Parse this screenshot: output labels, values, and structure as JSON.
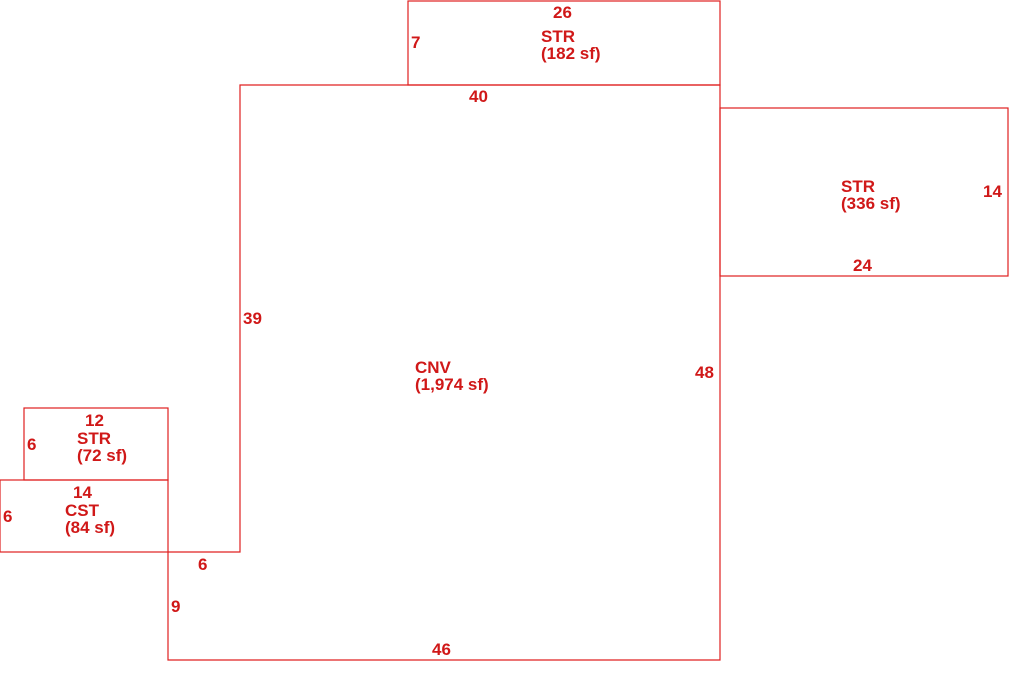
{
  "colors": {
    "line": "#e02020",
    "text": "#d01818",
    "background": "#ffffff"
  },
  "areas": {
    "str_top": {
      "code": "STR",
      "area": "(182 sf)"
    },
    "str_right": {
      "code": "STR",
      "area": "(336 sf)"
    },
    "cnv_main": {
      "code": "CNV",
      "area": "(1,974 sf)"
    },
    "str_small": {
      "code": "STR",
      "area": "(72 sf)"
    },
    "cst": {
      "code": "CST",
      "area": "(84 sf)"
    }
  },
  "dimensions": {
    "str_top_width": "26",
    "str_top_height": "7",
    "cnv_top": "40",
    "str_right_height": "14",
    "str_right_width": "24",
    "cnv_left_upper": "39",
    "cnv_right": "48",
    "str_small_width": "12",
    "str_small_height": "6",
    "cst_width": "14",
    "cst_height": "6",
    "cnv_step": "6",
    "cnv_left_lower": "9",
    "cnv_bottom": "46"
  }
}
